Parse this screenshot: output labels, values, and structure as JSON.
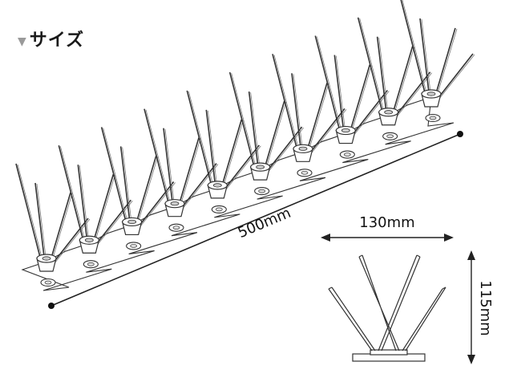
{
  "heading": {
    "marker_icon": "triangle-down-icon",
    "title": "サイズ"
  },
  "dimensions": {
    "length": "500mm",
    "width": "130mm",
    "height": "115mm"
  },
  "product": {
    "spike_units": 10,
    "pins_per_unit": 4
  },
  "colors": {
    "line": "#333333",
    "marker": "#9a9a9a",
    "text": "#111111"
  }
}
